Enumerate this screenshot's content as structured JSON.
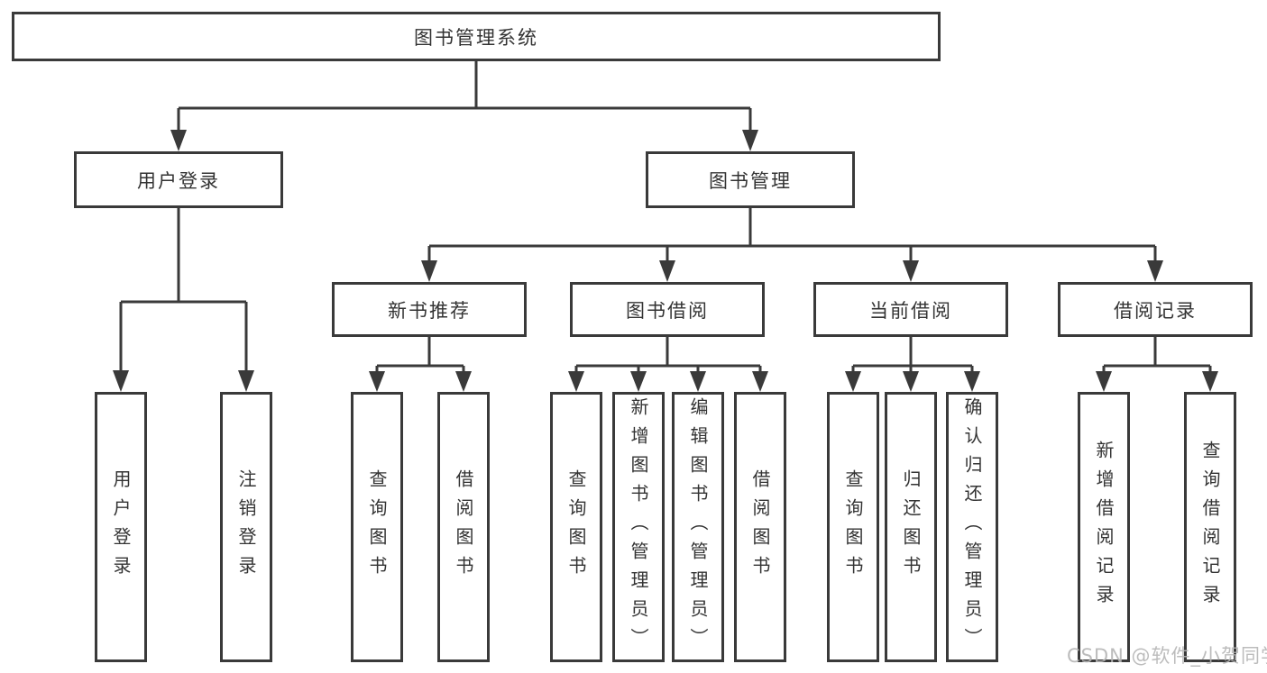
{
  "tree": {
    "label": "图书管理系统",
    "children": [
      {
        "label": "用户登录",
        "children": [
          {
            "label": "用户登录"
          },
          {
            "label": "注销登录"
          }
        ]
      },
      {
        "label": "图书管理",
        "children": [
          {
            "label": "新书推荐",
            "children": [
              {
                "label": "查询图书"
              },
              {
                "label": "借阅图书"
              }
            ]
          },
          {
            "label": "图书借阅",
            "children": [
              {
                "label": "查询图书"
              },
              {
                "label": "新增图书（管理员）"
              },
              {
                "label": "编辑图书（管理员）"
              },
              {
                "label": "借阅图书"
              }
            ]
          },
          {
            "label": "当前借阅",
            "children": [
              {
                "label": "查询图书"
              },
              {
                "label": "归还图书"
              },
              {
                "label": "确认归还（管理员）"
              }
            ]
          },
          {
            "label": "借阅记录",
            "children": [
              {
                "label": "新增借阅记录"
              },
              {
                "label": "查询借阅记录"
              }
            ]
          }
        ]
      }
    ]
  },
  "watermark": "CSDN @软件_小贺同学",
  "colors": {
    "line": "#3a3a3a",
    "text": "#333333",
    "watermark": "#b5b5b5",
    "background": "#ffffff"
  }
}
